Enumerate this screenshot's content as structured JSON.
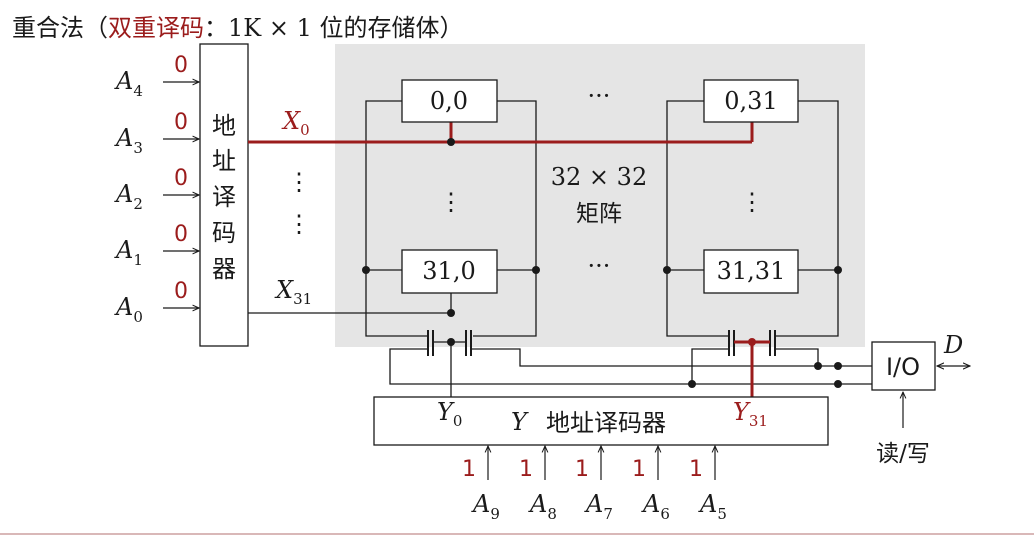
{
  "title": {
    "prefix": "重合法（",
    "emph": "双重译码",
    "colon": "：",
    "formula": "1K × 1",
    "suffix": " 位的存储体）"
  },
  "x_inputs": [
    {
      "name": "A",
      "sub": "4",
      "bit": "0"
    },
    {
      "name": "A",
      "sub": "3",
      "bit": "0"
    },
    {
      "name": "A",
      "sub": "2",
      "bit": "0"
    },
    {
      "name": "A",
      "sub": "1",
      "bit": "0"
    },
    {
      "name": "A",
      "sub": "0",
      "bit": "0"
    }
  ],
  "x_decoder": {
    "chars": [
      "地",
      "址",
      "译",
      "码",
      "器"
    ]
  },
  "x_lines": {
    "x0": {
      "name": "X",
      "sub": "0"
    },
    "x31": {
      "name": "X",
      "sub": "31"
    },
    "vdots": "⋮"
  },
  "matrix": {
    "label_line1": "32 × 32",
    "label_line2": "矩阵",
    "cells": {
      "c00": "0,0",
      "c031": "0,31",
      "c310": "31,0",
      "c3131": "31,31"
    },
    "hdots": "···",
    "vdots": "⋮"
  },
  "y_decoder": {
    "var": "Y",
    "label": "地址译码器"
  },
  "y_outputs": {
    "y0": {
      "name": "Y",
      "sub": "0"
    },
    "y31": {
      "name": "Y",
      "sub": "31"
    }
  },
  "y_inputs": [
    {
      "name": "A",
      "sub": "9",
      "bit": "1"
    },
    {
      "name": "A",
      "sub": "8",
      "bit": "1"
    },
    {
      "name": "A",
      "sub": "7",
      "bit": "1"
    },
    {
      "name": "A",
      "sub": "6",
      "bit": "1"
    },
    {
      "name": "A",
      "sub": "5",
      "bit": "1"
    }
  ],
  "io": {
    "label": "I/O",
    "data": "D",
    "rw": "读/写"
  },
  "colors": {
    "accent": "#9b1c1c",
    "matrix_bg": "#e5e5e5",
    "line": "#1a1a1a"
  }
}
